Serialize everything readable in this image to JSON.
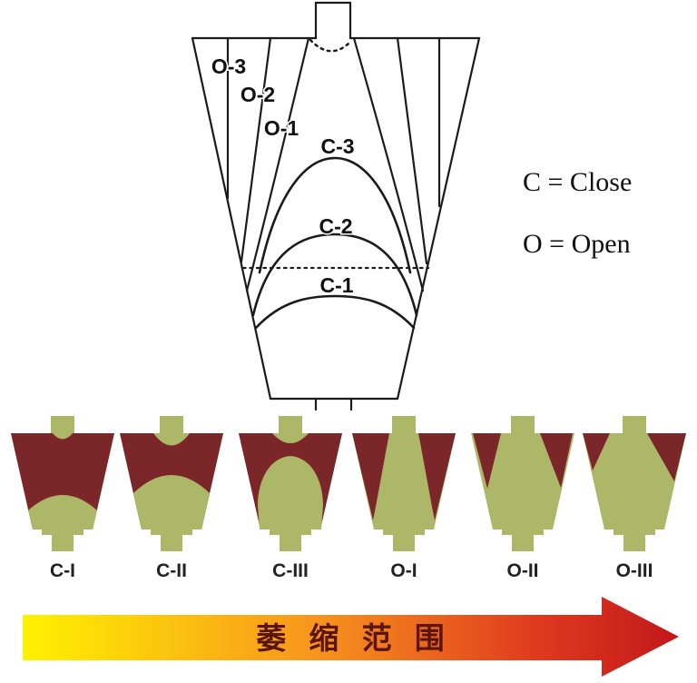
{
  "colors": {
    "outline": "#1b1b1b",
    "close_red": "#7B2629",
    "open_green": "#ACB768",
    "arrow_text": "#5B150F",
    "arrow_gradient_start": "#FFF200",
    "arrow_gradient_mid": "#F7941D",
    "arrow_gradient_late": "#E03A1E",
    "arrow_gradient_end": "#C2181B"
  },
  "diagram": {
    "zone_labels": [
      {
        "id": "o3",
        "text": "O-3"
      },
      {
        "id": "o2",
        "text": "O-2"
      },
      {
        "id": "o1",
        "text": "O-1"
      },
      {
        "id": "c3",
        "text": "C-3"
      },
      {
        "id": "c2",
        "text": "C-2"
      },
      {
        "id": "c1",
        "text": "C-1"
      }
    ]
  },
  "legend": {
    "close": "C = Close",
    "open": "O = Open"
  },
  "stages": [
    {
      "label": "C-I",
      "green_region": "small dome at base"
    },
    {
      "label": "C-II",
      "green_region": "larger dome at base, notch under stem"
    },
    {
      "label": "C-III",
      "green_region": "central egg reaching base, notch under stem"
    },
    {
      "label": "O-I",
      "green_region": "central column widening downward"
    },
    {
      "label": "O-II",
      "green_region": "all green except two upper corner wedges"
    },
    {
      "label": "O-III",
      "green_region": "all green except small upper corner wedges"
    }
  ],
  "arrow": {
    "label": "萎 缩 范 围"
  }
}
